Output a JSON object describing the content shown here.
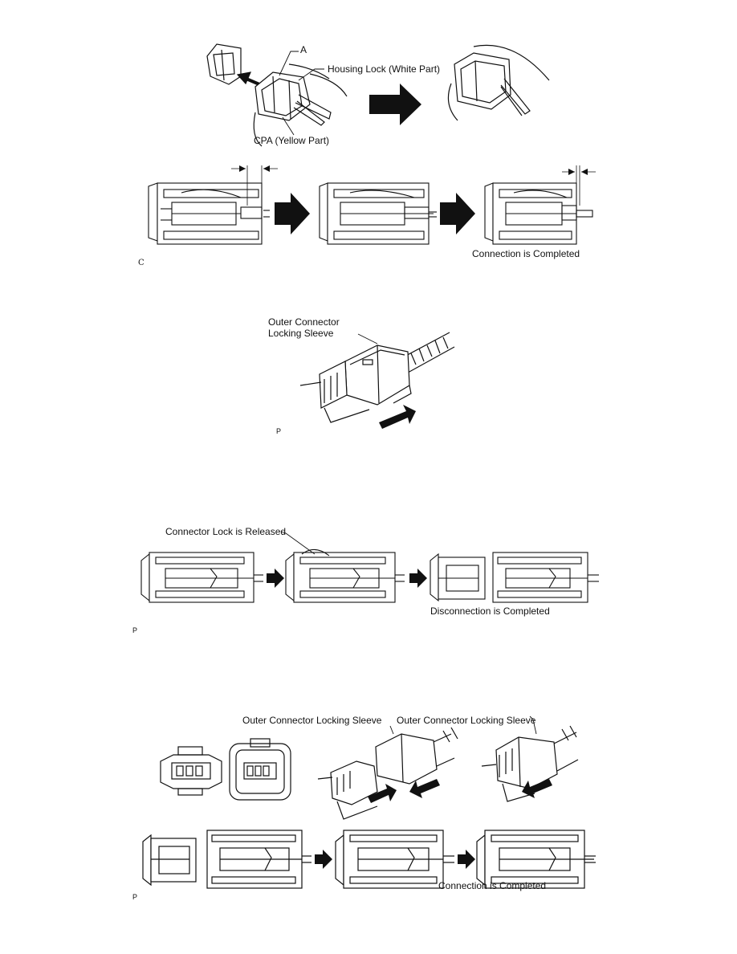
{
  "figure1": {
    "label_a": "A",
    "label_housing_lock": "Housing Lock (White Part)",
    "label_cpa": "CPA (Yellow Part)",
    "label_completed": "Connection is Completed",
    "tag": "C"
  },
  "figure2": {
    "label_sleeve_line1": "Outer Connector",
    "label_sleeve_line2": "Locking Sleeve",
    "tag": "P"
  },
  "figure3": {
    "label_lock_released": "Connector Lock is Released",
    "label_completed": "Disconnection is Completed",
    "tag": "P"
  },
  "figure4": {
    "label_sleeve_left": "Outer Connector Locking Sleeve",
    "label_sleeve_right": "Outer Connector Locking Sleeve",
    "label_completed": "Connection is Completed",
    "tag": "P"
  }
}
